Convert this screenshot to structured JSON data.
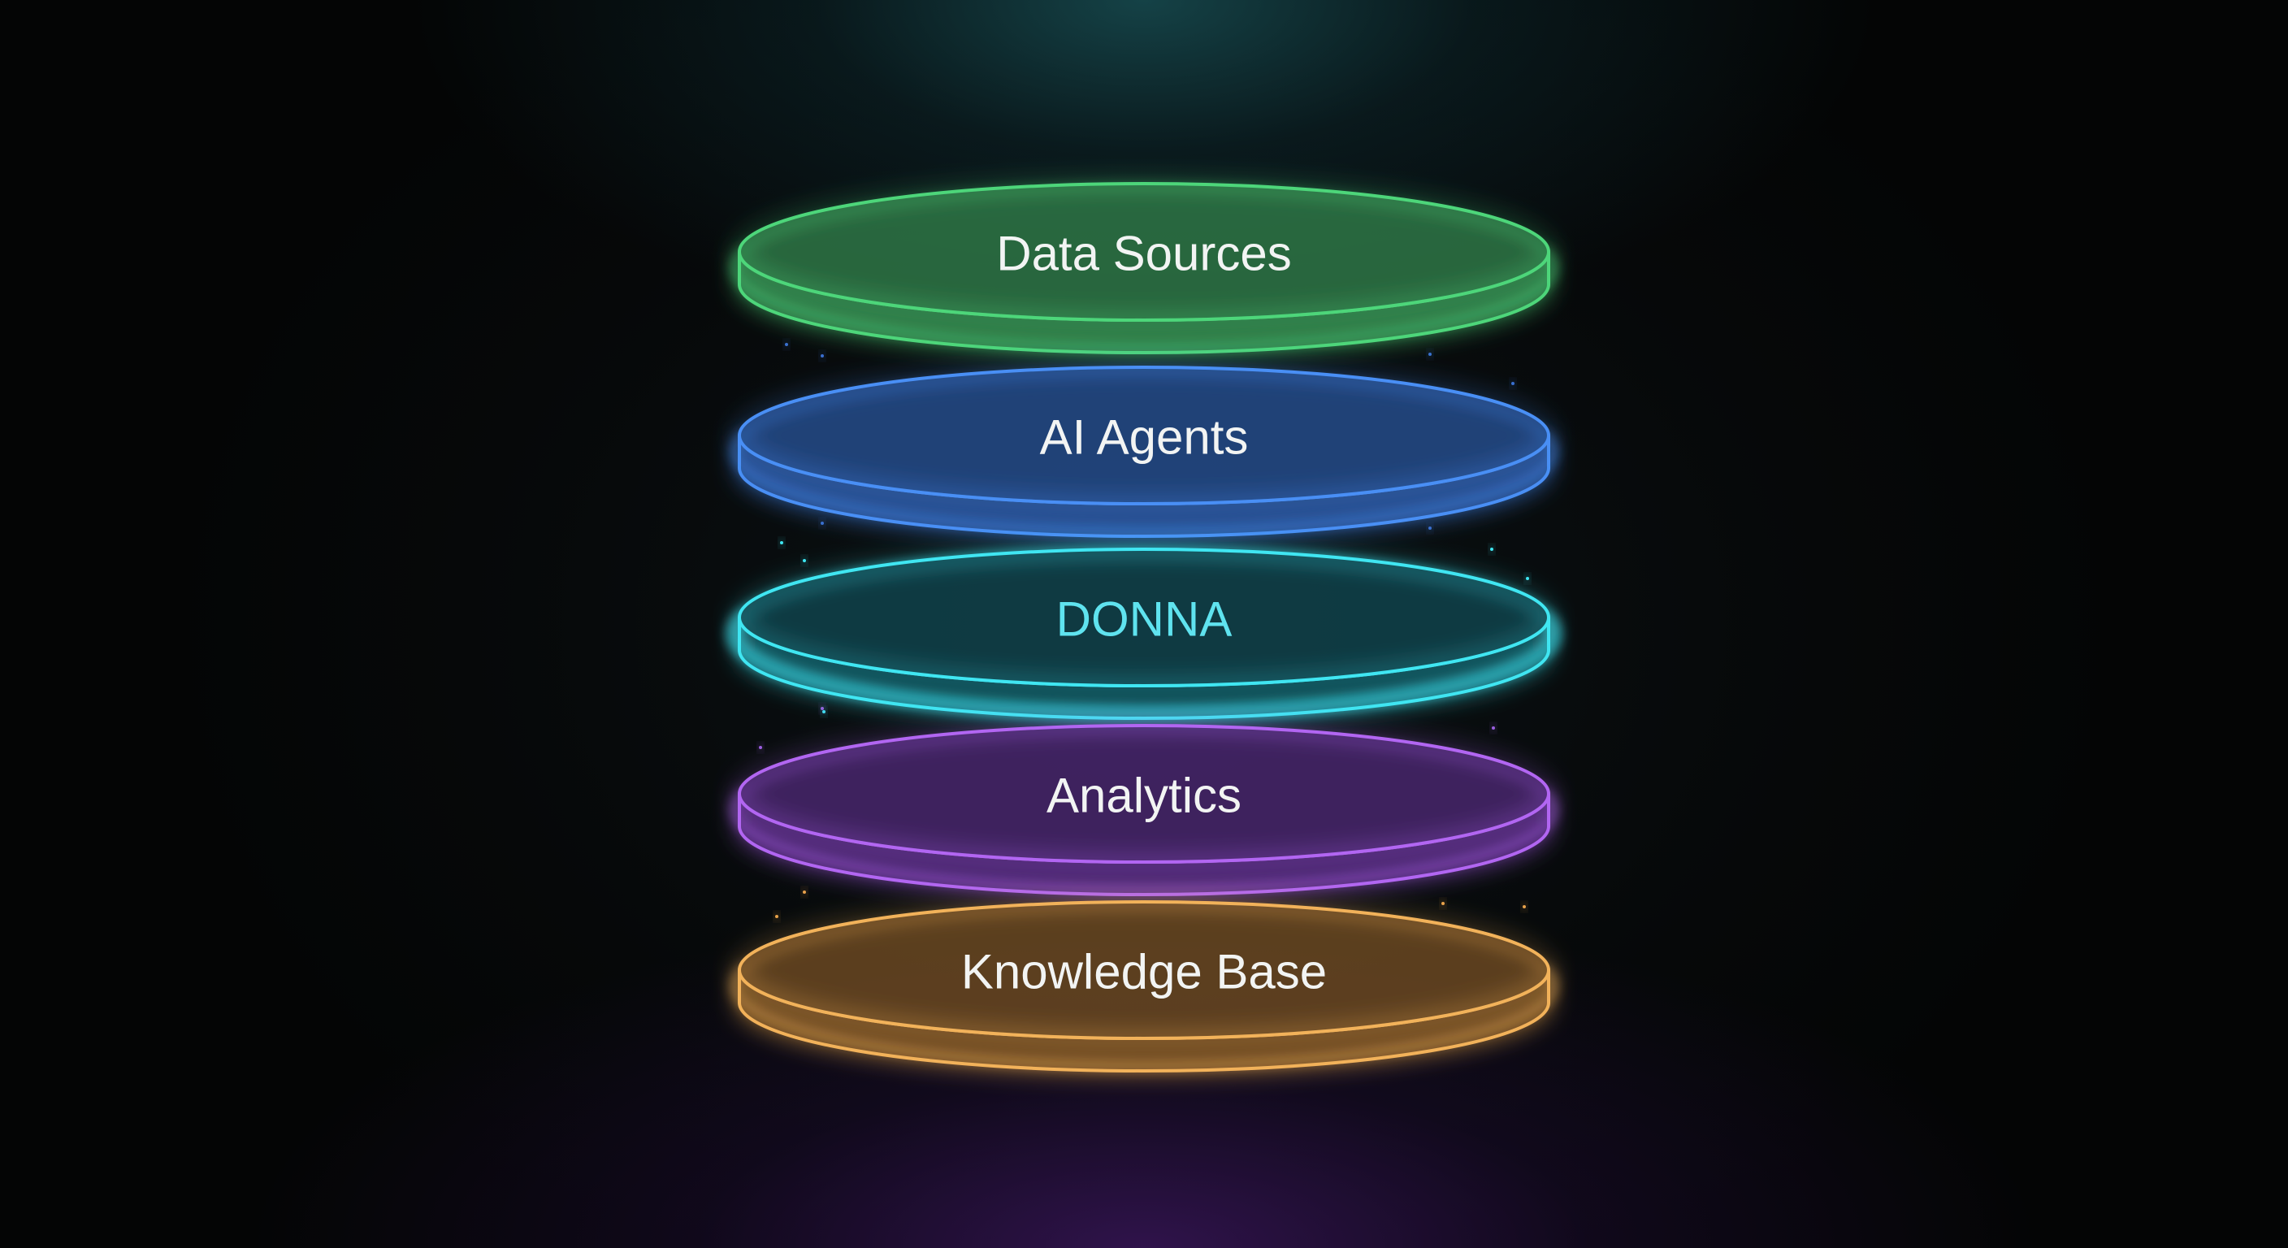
{
  "diagram": {
    "layers": [
      {
        "label": "Data Sources",
        "color": "#4ed67a",
        "fill": "#2f7a48",
        "label_color": "#f2f4f3"
      },
      {
        "label": "AI Agents",
        "color": "#4a8ff5",
        "fill": "#264e8f",
        "label_color": "#f2f4f3"
      },
      {
        "label": "DONNA",
        "color": "#3fe6f2",
        "fill": "#0f3f48",
        "label_color": "#5fe3ef"
      },
      {
        "label": "Analytics",
        "color": "#b266f2",
        "fill": "#4a2770",
        "label_color": "#f2f4f3"
      },
      {
        "label": "Knowledge Base",
        "color": "#f2b25a",
        "fill": "#6e4a22",
        "label_color": "#f2f4f3"
      }
    ]
  }
}
